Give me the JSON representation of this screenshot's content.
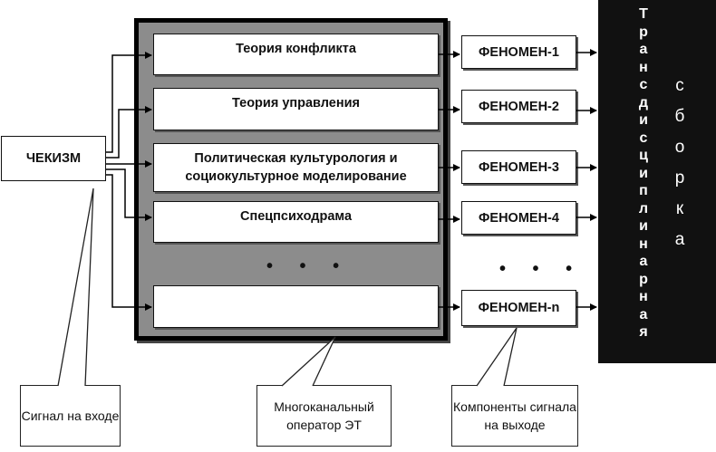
{
  "input": {
    "label": "ЧЕКИЗМ"
  },
  "theories": [
    {
      "label": "Теория конфликта"
    },
    {
      "label": "Теория управления"
    },
    {
      "label": "Политическая культурология и социокультурное моделирование"
    },
    {
      "label": "Спецпсиходрама"
    },
    {
      "label": ""
    }
  ],
  "ellipsis": "• • •",
  "phenomena": [
    "ФЕНОМЕН-1",
    "ФЕНОМЕН-2",
    "ФЕНОМЕН-3",
    "ФЕНОМЕН-4",
    "ФЕНОМЕН-n"
  ],
  "assembly": {
    "vertical_label": "Трансдисциплинарная",
    "word": "сборка"
  },
  "callouts": {
    "input": "Сигнал на входе",
    "operator": "Многоканальный оператор ЭТ",
    "output": "Компоненты сигнала на выходе"
  },
  "colors": {
    "operator_fill": "#8c8c8c",
    "assembly_fill": "#111111",
    "line": "#000000"
  }
}
